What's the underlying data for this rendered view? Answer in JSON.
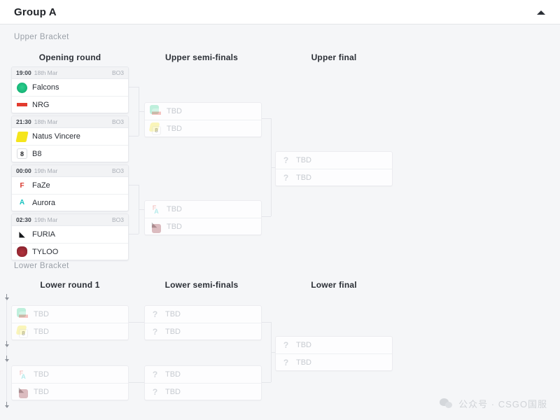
{
  "header": {
    "title": "Group A",
    "collapse_icon": "chevron-up-icon"
  },
  "upper_bracket": {
    "label": "Upper Bracket",
    "rounds": [
      {
        "label": "Opening round"
      },
      {
        "label": "Upper semi-finals"
      },
      {
        "label": "Upper final"
      }
    ],
    "opening_round": [
      {
        "time": "19:00",
        "date": "18th Mar",
        "format": "BO3",
        "teams": [
          {
            "name": "Falcons",
            "logo": "falcons-logo",
            "color": "#19b87a"
          },
          {
            "name": "NRG",
            "logo": "nrg-logo",
            "color": "#e23b2e"
          }
        ]
      },
      {
        "time": "21:30",
        "date": "18th Mar",
        "format": "BO3",
        "teams": [
          {
            "name": "Natus Vincere",
            "logo": "navi-logo",
            "color": "#f5e51c"
          },
          {
            "name": "B8",
            "logo": "b8-logo",
            "color": "#1b1d21"
          }
        ]
      },
      {
        "time": "00:00",
        "date": "19th Mar",
        "format": "BO3",
        "teams": [
          {
            "name": "FaZe",
            "logo": "faze-logo",
            "color": "#d8352a"
          },
          {
            "name": "Aurora",
            "logo": "aurora-logo",
            "color": "#17c3c0"
          }
        ]
      },
      {
        "time": "02:30",
        "date": "19th Mar",
        "format": "BO3",
        "teams": [
          {
            "name": "FURIA",
            "logo": "furia-logo",
            "color": "#15171a"
          },
          {
            "name": "TYLOO",
            "logo": "tyloo-logo",
            "color": "#8e2530"
          }
        ]
      }
    ],
    "semi_finals": [
      {
        "teams": [
          {
            "name": "TBD"
          },
          {
            "name": "TBD"
          }
        ]
      },
      {
        "teams": [
          {
            "name": "TBD"
          },
          {
            "name": "TBD"
          }
        ]
      }
    ],
    "final": {
      "teams": [
        {
          "name": "TBD"
        },
        {
          "name": "TBD"
        }
      ]
    }
  },
  "lower_bracket": {
    "label": "Lower Bracket",
    "rounds": [
      {
        "label": "Lower round 1"
      },
      {
        "label": "Lower semi-finals"
      },
      {
        "label": "Lower final"
      }
    ],
    "round1": [
      {
        "teams": [
          {
            "name": "TBD"
          },
          {
            "name": "TBD"
          }
        ]
      },
      {
        "teams": [
          {
            "name": "TBD"
          },
          {
            "name": "TBD"
          }
        ]
      }
    ],
    "semi_finals": [
      {
        "teams": [
          {
            "name": "TBD"
          },
          {
            "name": "TBD"
          }
        ]
      },
      {
        "teams": [
          {
            "name": "TBD"
          },
          {
            "name": "TBD"
          }
        ]
      }
    ],
    "final": {
      "teams": [
        {
          "name": "TBD"
        },
        {
          "name": "TBD"
        }
      ]
    }
  },
  "watermark": {
    "icon": "wechat-icon",
    "text": "公众号 · CSGO国服"
  }
}
